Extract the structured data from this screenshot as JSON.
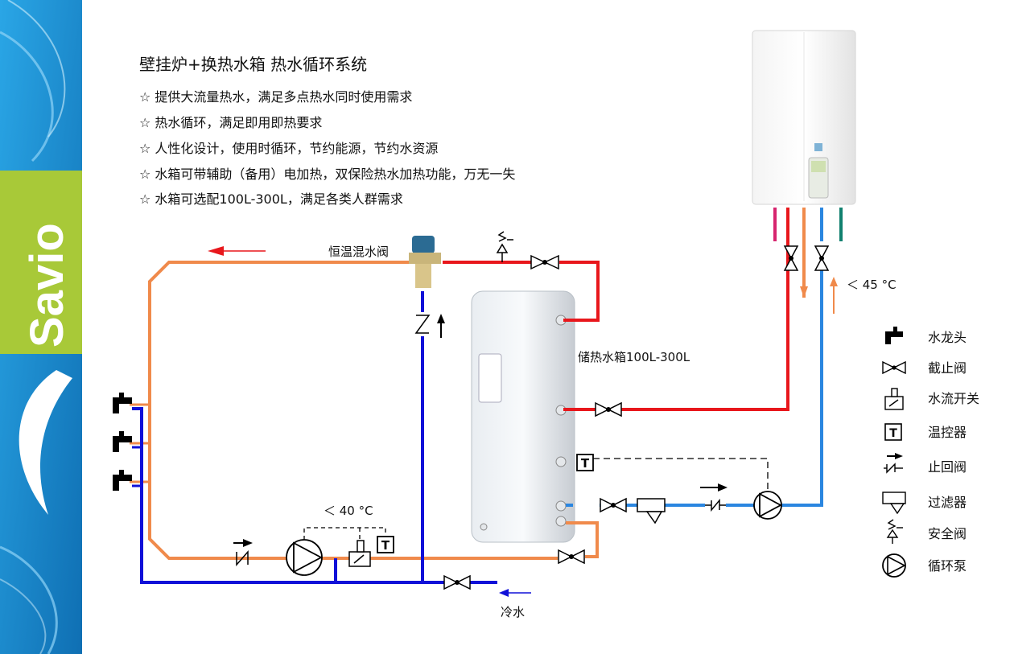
{
  "brand": "Savio",
  "title": "壁挂炉+换热水箱 热水循环系统",
  "features": [
    "☆ 提供大流量热水，满足多点热水同时使用需求",
    "☆ 热水循环，满足即用即热要求",
    "☆ 人性化设计，使用时循环，节约能源，节约水资源",
    "☆ 水箱可带辅助（备用）电加热，双保险热水加热功能，万无一失",
    "☆ 水箱可选配100L-300L，满足各类人群需求"
  ],
  "labels": {
    "mixing_valve": "恒温混水阀",
    "tank": "储热水箱100L-300L",
    "cold_water": "冷水",
    "temp_45": "＜ 45 °C",
    "temp_40": "＜ 40 °C"
  },
  "legend": [
    {
      "icon": "faucet-icon",
      "label": "水龙头"
    },
    {
      "icon": "stop-valve-icon",
      "label": "截止阀"
    },
    {
      "icon": "flow-switch-icon",
      "label": "水流开关"
    },
    {
      "icon": "thermostat-icon",
      "label": "温控器"
    },
    {
      "icon": "check-valve-icon",
      "label": "止回阀"
    },
    {
      "icon": "filter-icon",
      "label": "过滤器"
    },
    {
      "icon": "safety-valve-icon",
      "label": "安全阀"
    },
    {
      "icon": "pump-icon",
      "label": "循环泵"
    }
  ],
  "colors": {
    "hot": "#e8171c",
    "mixed": "#f08a4b",
    "cold": "#1010d8",
    "boiler_cold": "#2a86e0",
    "sidebar_blue": "#1e8fd0",
    "sidebar_green": "#a8c938"
  }
}
